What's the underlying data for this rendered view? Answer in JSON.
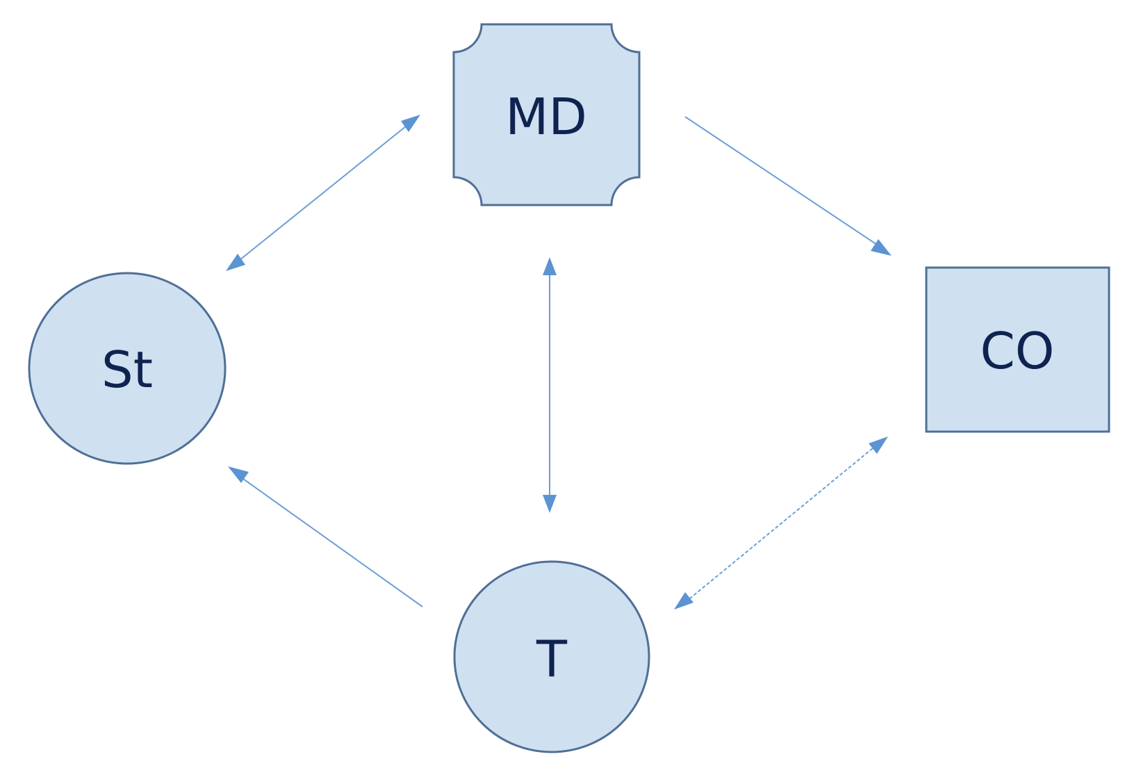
{
  "diagram": {
    "nodes": {
      "md": {
        "label": "MD",
        "shape": "notched-square"
      },
      "st": {
        "label": "St",
        "shape": "circle"
      },
      "co": {
        "label": "CO",
        "shape": "rectangle"
      },
      "t": {
        "label": "T",
        "shape": "circle"
      }
    },
    "edges": [
      {
        "from": "MD",
        "to": "St",
        "direction": "bidirectional",
        "style": "solid"
      },
      {
        "from": "MD",
        "to": "CO",
        "direction": "forward",
        "style": "solid"
      },
      {
        "from": "MD",
        "to": "T",
        "direction": "bidirectional",
        "style": "solid"
      },
      {
        "from": "T",
        "to": "St",
        "direction": "forward",
        "style": "solid"
      },
      {
        "from": "CO",
        "to": "T",
        "direction": "bidirectional",
        "style": "dashed"
      }
    ],
    "colors": {
      "node_fill": "#cfe0f1",
      "node_stroke": "#4f6f96",
      "label_text": "#0f2350",
      "arrow": "#5b93d3"
    }
  }
}
